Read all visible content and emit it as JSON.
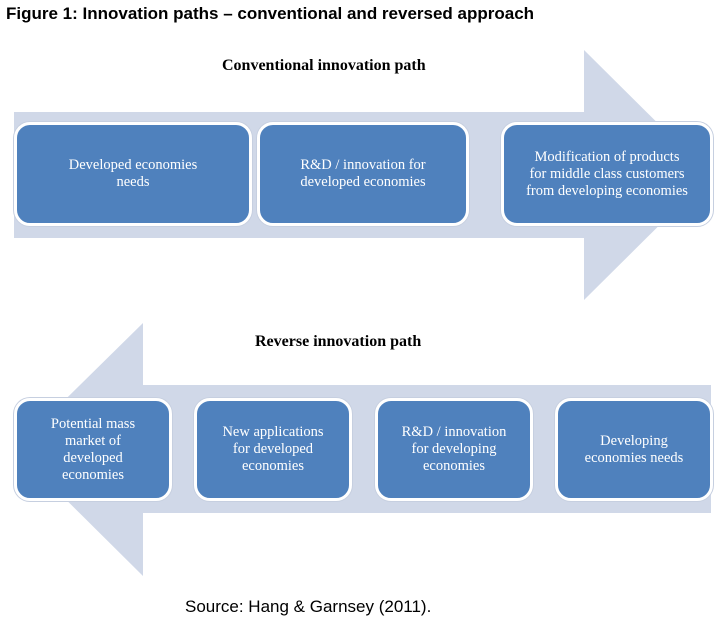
{
  "figure_title": "Figure 1: Innovation paths – conventional and reversed approach",
  "conventional": {
    "title": "Conventional innovation path",
    "boxes": [
      "Developed economies\nneeds",
      "R&D / innovation for\ndeveloped economies",
      "Modification of products\nfor middle class customers\nfrom developing economies"
    ]
  },
  "reverse": {
    "title": "Reverse innovation path",
    "boxes": [
      "Potential mass\nmarket of\ndeveloped\neconomies",
      "New applications\nfor developed\neconomies",
      "R&D / innovation\nfor developing\neconomies",
      "Developing\neconomies needs"
    ]
  },
  "source": "Source: Hang & Garnsey (2011).",
  "colors": {
    "arrow_fill": "#d0d8e8",
    "box_fill": "#4f81bd",
    "box_border": "#ffffff",
    "box_text": "#ffffff"
  }
}
